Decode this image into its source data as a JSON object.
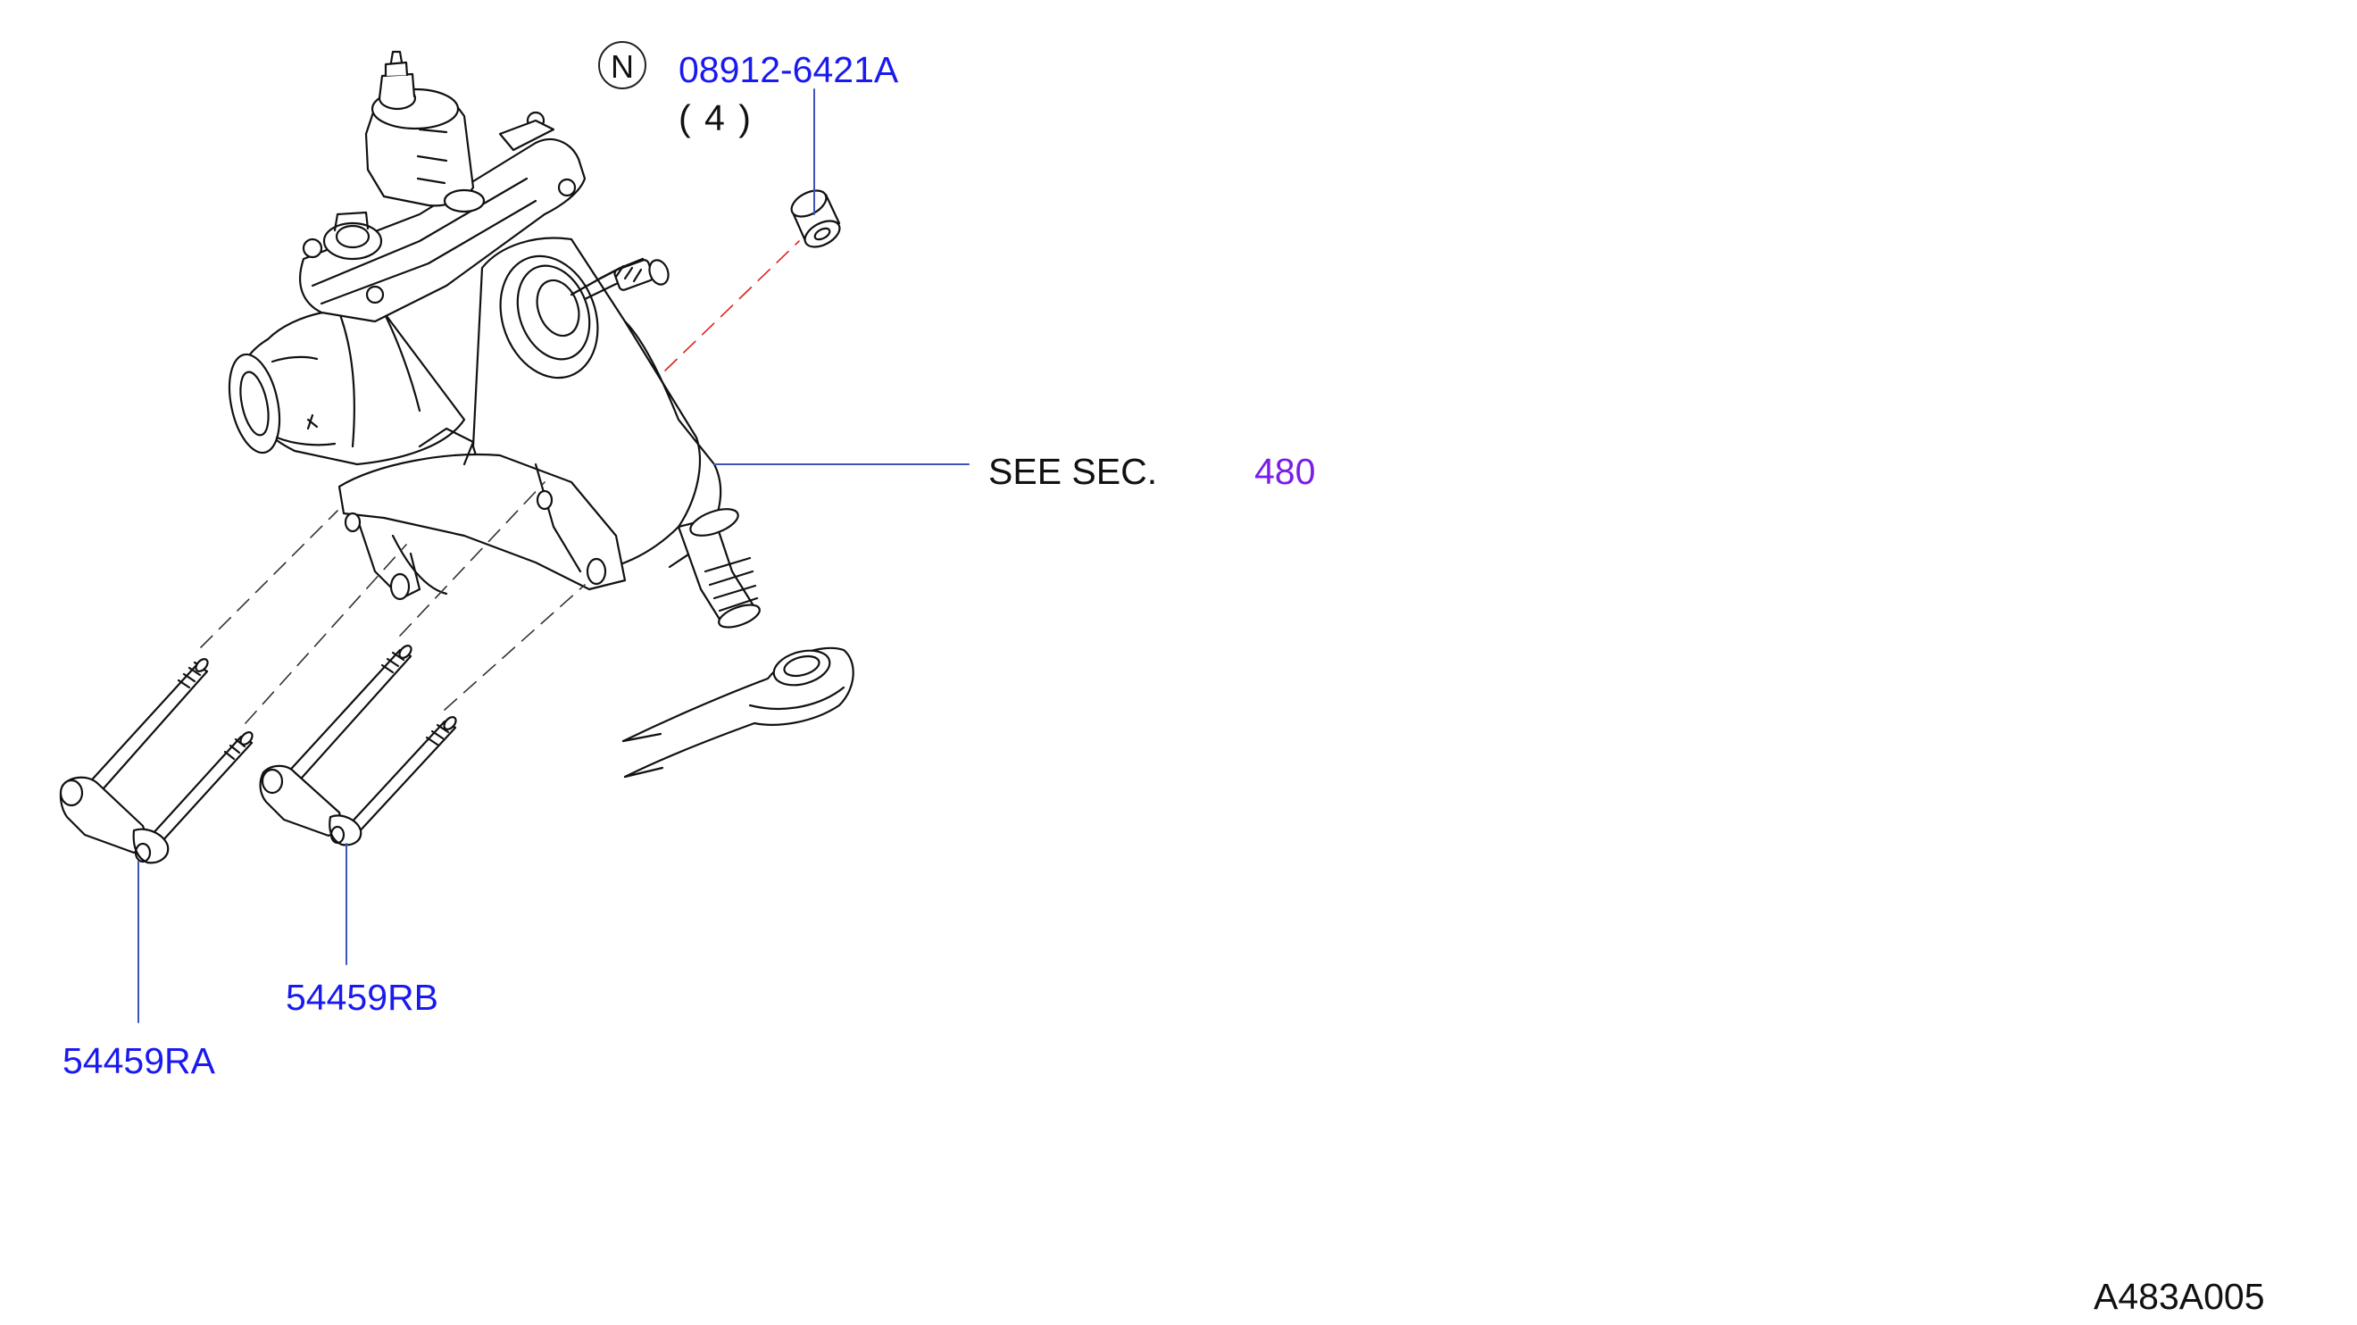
{
  "diagram": {
    "figure_id": "A483A005",
    "notice_badge": "N",
    "parts": [
      {
        "part_number": "08912-6421A",
        "quantity": "( 4 )"
      },
      {
        "part_number": "54459RB"
      },
      {
        "part_number": "54459RA"
      }
    ],
    "reference": {
      "prefix": "SEE  SEC.",
      "section": "480"
    },
    "colors": {
      "part_link": "#1a1aef",
      "section_link": "#7a1de6",
      "leader_line": "#3a55b8",
      "phantom_line": "#e02020",
      "drawing": "#111111"
    }
  }
}
